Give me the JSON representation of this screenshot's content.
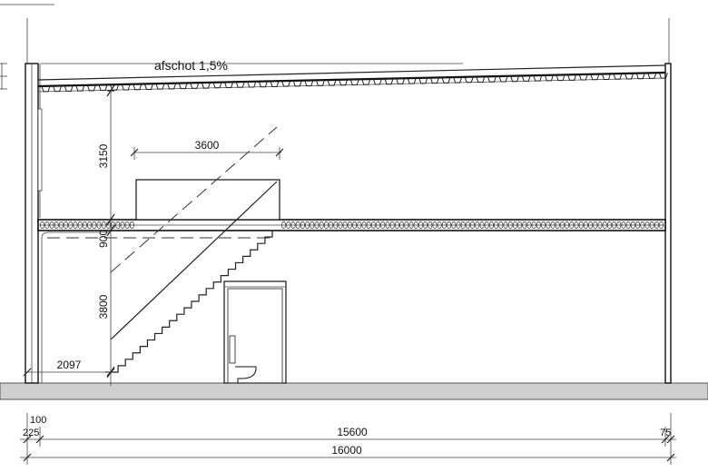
{
  "drawing": {
    "roof_slope_label": "afschot 1,5%",
    "dim_upper_height": "3150",
    "dim_mezzanine_width": "3600",
    "dim_floor_thickness": "900",
    "dim_lower_height": "3800",
    "dim_stair_offset": "2097",
    "dim_left_small": "100",
    "dim_left_wall": "225",
    "dim_inner_length": "15600",
    "dim_right_wall": "75",
    "dim_total_length": "16000"
  }
}
